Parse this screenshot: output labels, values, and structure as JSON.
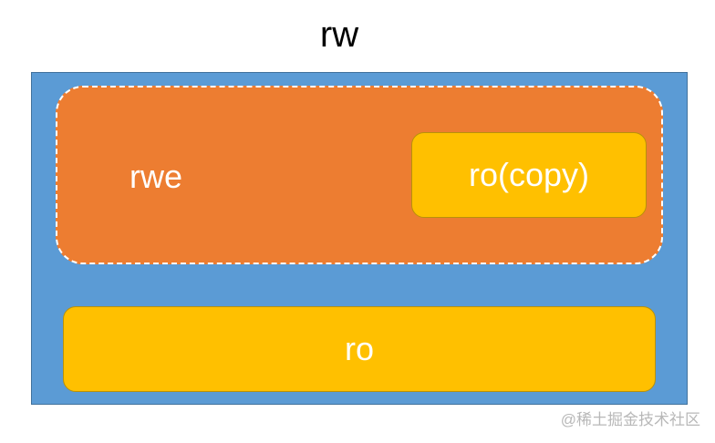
{
  "diagram": {
    "title": "rw",
    "outer_region": {
      "color": "#5b9bd5"
    },
    "rwe_region": {
      "label": "rwe",
      "color": "#ed7d31"
    },
    "ro_copy_box": {
      "label": "ro(copy)",
      "color": "#ffc000"
    },
    "ro_box": {
      "label": "ro",
      "color": "#ffc000"
    }
  },
  "watermark": {
    "text": "@稀土掘金技术社区"
  }
}
